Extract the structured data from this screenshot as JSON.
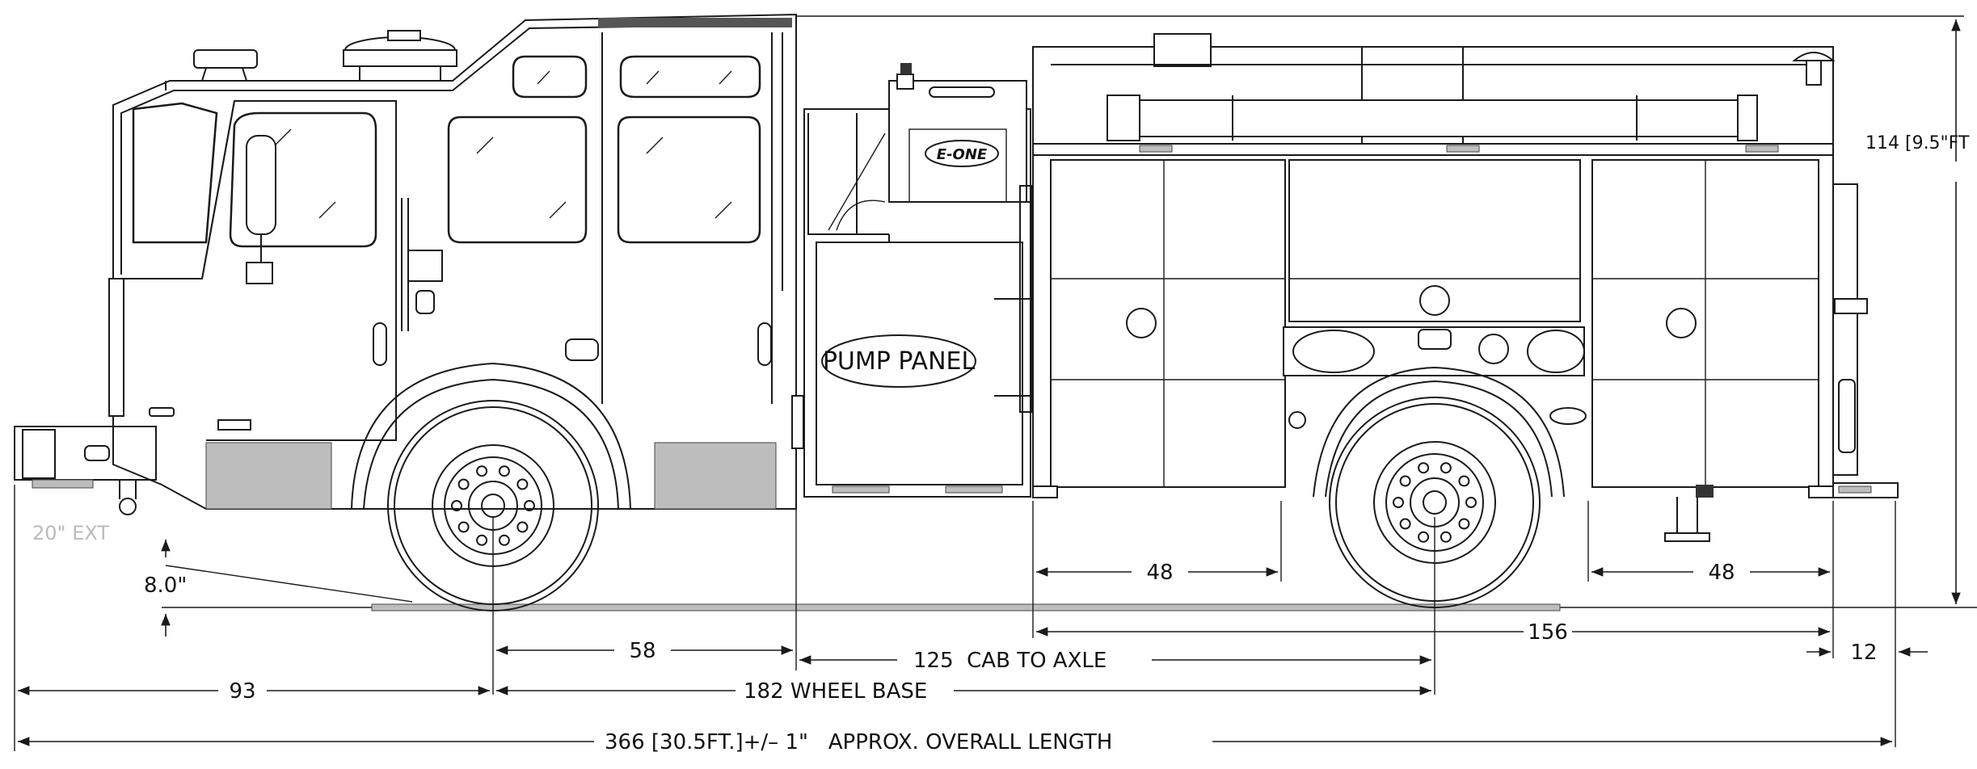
{
  "brand": {
    "badge_text": "E-ONE"
  },
  "labels": {
    "pump_panel": "PUMP PANEL"
  },
  "dimensions": {
    "overall_height": "114 [9.5\"FT",
    "extension": "20\" EXT",
    "ground_clearance": "8.0\"",
    "compartment_front": "48",
    "compartment_rear": "48",
    "body_length": "156",
    "rear_overhang": "12",
    "front_axle_to_cab": "58",
    "cab_to_axle": "125  CAB TO AXLE",
    "front_overhang": "93",
    "wheel_base": "182 WHEEL BASE",
    "overall_length": "366 [30.5FT.]+/– 1\"   APPROX. OVERALL LENGTH"
  }
}
